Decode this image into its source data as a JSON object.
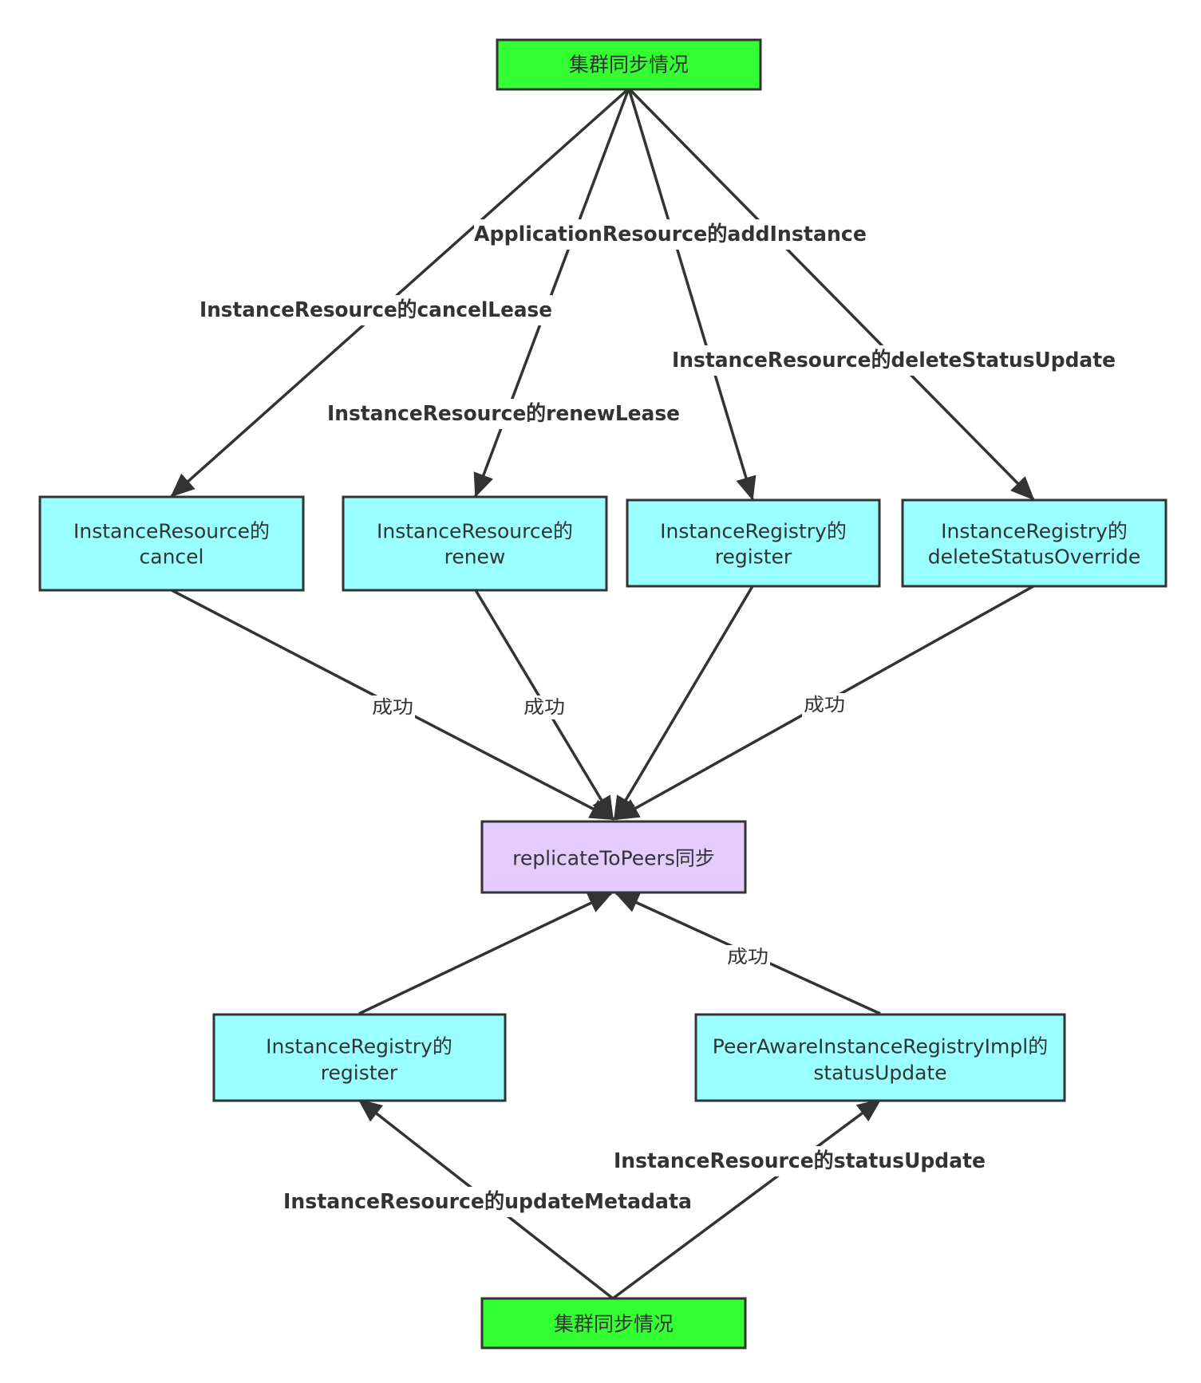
{
  "colors": {
    "start": "#33ff33",
    "process": "#99ffff",
    "sync": "#e5ccff",
    "label_red": "#ff1a1a",
    "label_red_lower": "#ff3333",
    "line": "#333333"
  },
  "nodes": {
    "top_start": {
      "lines": [
        "集群同步情况"
      ]
    },
    "cancel": {
      "lines": [
        "InstanceResource的",
        "cancel"
      ]
    },
    "renew": {
      "lines": [
        "InstanceResource的",
        "renew"
      ]
    },
    "register_top": {
      "lines": [
        "InstanceRegistry的",
        "register"
      ]
    },
    "delete_override": {
      "lines": [
        "InstanceRegistry的",
        "deleteStatusOverride"
      ]
    },
    "replicate": {
      "lines": [
        "replicateToPeers同步"
      ]
    },
    "register_bottom": {
      "lines": [
        "InstanceRegistry的",
        "register"
      ]
    },
    "status_update": {
      "lines": [
        "PeerAwareInstanceRegistryImpl的",
        "statusUpdate"
      ]
    },
    "bottom_start": {
      "lines": [
        "集群同步情况"
      ]
    }
  },
  "edge_labels": {
    "cancel_lease": "InstanceResource的cancelLease",
    "renew_lease": "InstanceResource的renewLease",
    "add_instance": "ApplicationResource的addInstance",
    "delete_status_update": "InstanceResource的deleteStatusUpdate",
    "success": "成功",
    "update_metadata": "InstanceResource的updateMetadata",
    "status_update": "InstanceResource的statusUpdate"
  }
}
